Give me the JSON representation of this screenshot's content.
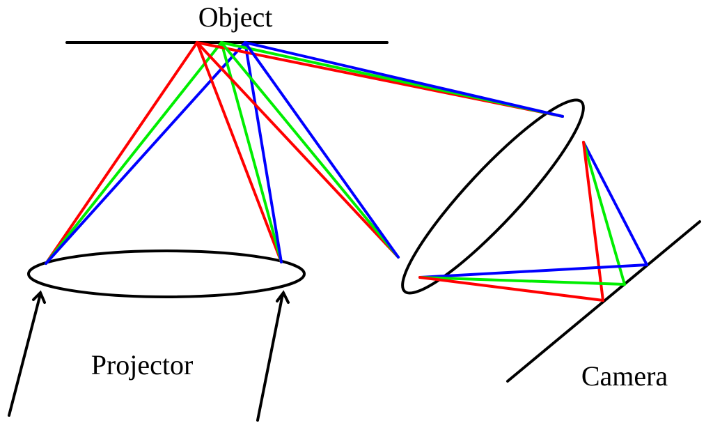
{
  "labels": {
    "object": "Object",
    "projector": "Projector",
    "camera": "Camera"
  },
  "colors": {
    "red": "#ff0000",
    "green": "#00ee00",
    "blue": "#0000ff",
    "line": "#000000"
  }
}
